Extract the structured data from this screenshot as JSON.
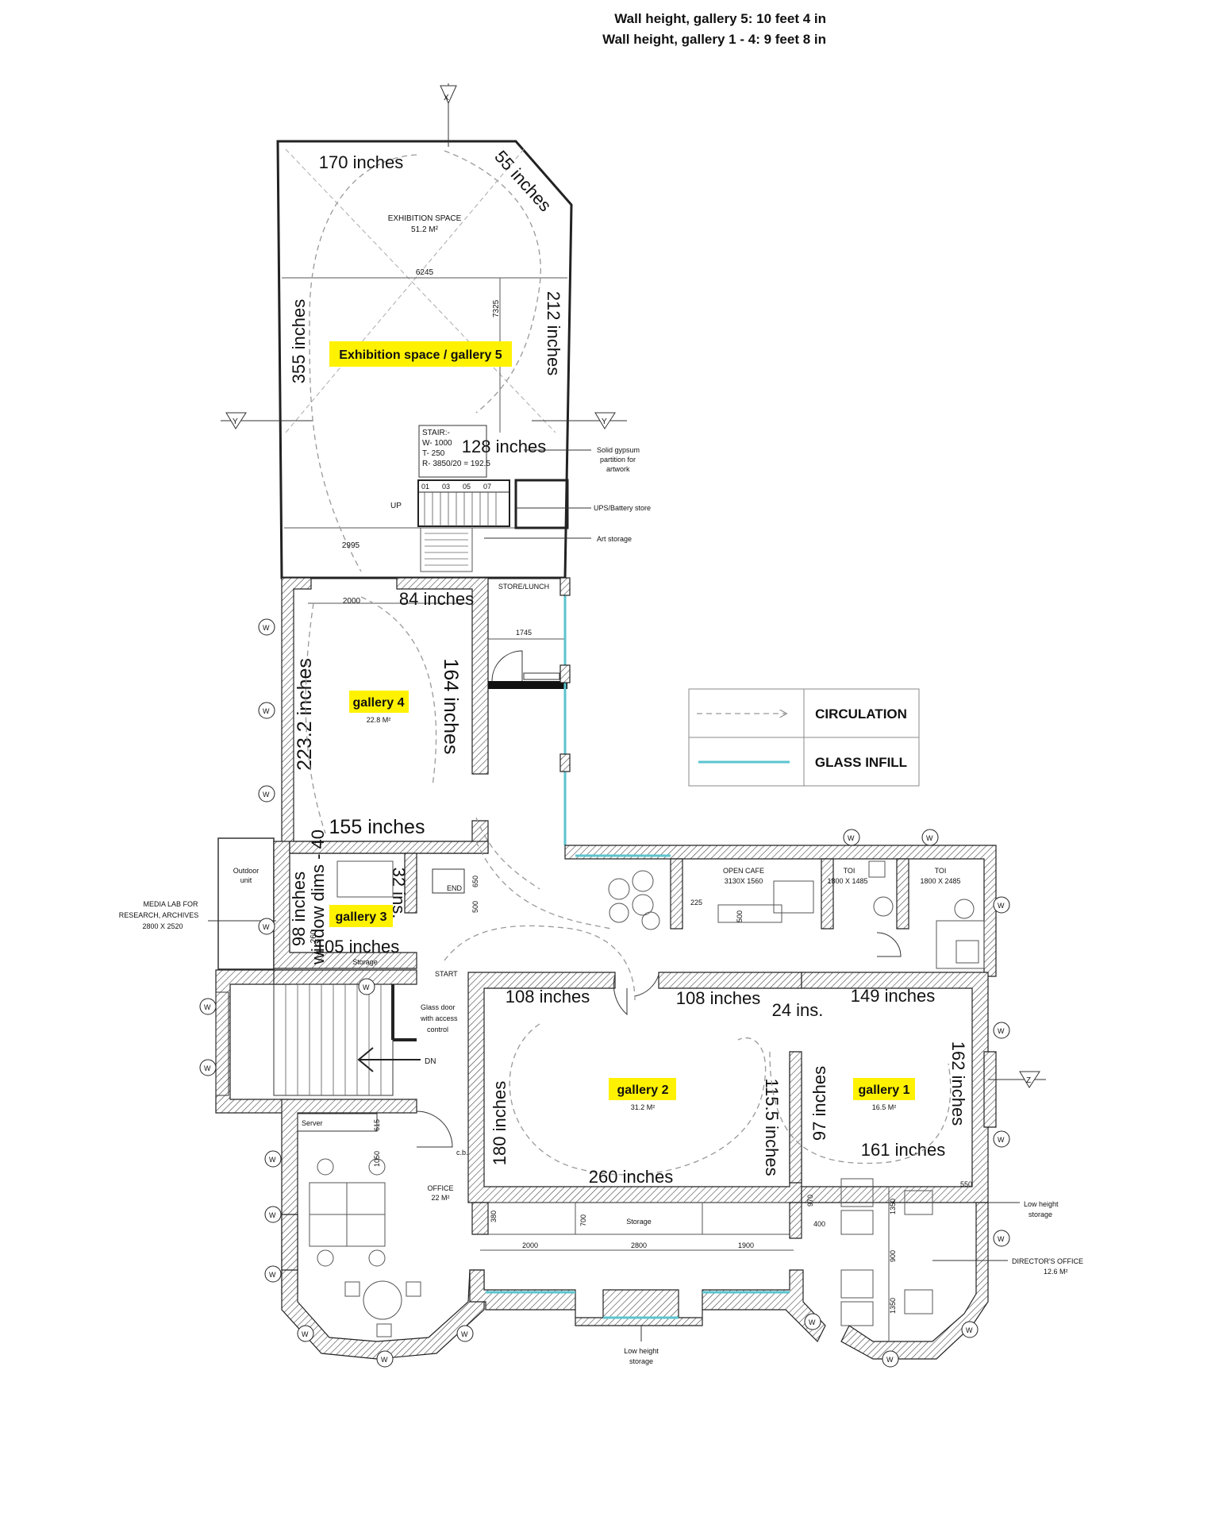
{
  "header": {
    "line1": "Wall height, gallery 5: 10 feet 4 in",
    "line2": "Wall height, gallery 1 - 4: 9 feet 8 in"
  },
  "section_marks": {
    "x": "X",
    "y": "Y",
    "z": "Z"
  },
  "window_mark": "W",
  "legend": {
    "circulation": "CIRCULATION",
    "glass_infill": "GLASS INFILL",
    "circulation_color": "#999999",
    "glass_color": "#5bc4cf"
  },
  "highlight_color": "#fff200",
  "rooms": {
    "exhibition": {
      "name": "EXHIBITION SPACE",
      "area": "51.2 M²",
      "label": "Exhibition space / gallery 5"
    },
    "gallery4": {
      "label": "gallery 4",
      "area": "22.8 M²"
    },
    "gallery3": {
      "label": "gallery 3"
    },
    "gallery2": {
      "label": "gallery 2",
      "area": "31.2 M²"
    },
    "gallery1": {
      "label": "gallery 1",
      "area": "16.5 M²"
    },
    "office": {
      "name": "OFFICE",
      "area": "22 M²"
    },
    "directors_office": {
      "name": "DIRECTOR'S OFFICE",
      "area": "12.6 M²"
    },
    "open_cafe": {
      "name": "OPEN CAFE",
      "size": "3130X 1560"
    },
    "toi1": {
      "name": "TOI",
      "size": "1800 X 1485"
    },
    "toi2": {
      "name": "TOI",
      "size": "1800 X 2485"
    },
    "store_lunch": "STORE/LUNCH",
    "outdoor_unit_1": "Outdoor",
    "outdoor_unit_2": "unit",
    "media_lab_1": "MEDIA LAB FOR",
    "media_lab_2": "RESEARCH, ARCHIVES",
    "media_lab_3": "2800 X 2520",
    "server": "Server",
    "storage_top": "Storage",
    "storage_bottom": "Storage"
  },
  "notes": {
    "stair_1": "STAIR:-",
    "stair_2": "W- 1000",
    "stair_3": "T- 250",
    "stair_4": "R- 3850/20 = 192.5",
    "partition_1": "Solid gypsum",
    "partition_2": "partition for",
    "partition_3": "artwork",
    "ups": "UPS/Battery store",
    "art_storage": "Art storage",
    "up": "UP",
    "dn": "DN",
    "start": "START",
    "end": "END",
    "glass_door_1": "Glass door",
    "glass_door_2": "with access",
    "glass_door_3": "control",
    "cb": "c.b.",
    "low_height_right_1": "Low height",
    "low_height_right_2": "storage",
    "low_height_bottom_1": "Low height",
    "low_height_bottom_2": "storage",
    "steps": [
      "01",
      "03",
      "05",
      "07"
    ]
  },
  "dimensions": {
    "g5_top": "170 inches",
    "g5_diag": "55 inches",
    "g5_left": "355 inches",
    "g5_right": "212 inches",
    "g5_stair": "128 inches",
    "g5_6245": "6245",
    "g5_7325": "7325",
    "d2995": "2995",
    "d2000_g4": "2000",
    "g4_top": "84 inches",
    "g4_right": "164 inches",
    "g4_left": "223.2 inches",
    "g4_bottom": "155 inches",
    "d1745": "1745",
    "g3_left": "98 inches",
    "g3_window": "window dims - 40",
    "g3_32": "32 ins.",
    "g3_105": "105 inches",
    "d650": "650",
    "d500a": "500",
    "d260": "260",
    "d225": "225",
    "d500b": "500",
    "g2_top_left": "108 inches",
    "g2_top_right": "108 inches",
    "g2_24": "24 ins.",
    "g2_left": "180 inches",
    "g2_right": "115.5 inches",
    "g2_bottom": "260 inches",
    "g1_top": "149 inches",
    "g1_right": "162 inches",
    "g1_left": "97 inches",
    "g1_bottom": "161 inches",
    "d615": "615",
    "d1050": "1050",
    "d380": "380",
    "d700": "700",
    "d2000_b": "2000",
    "d2800_b": "2800",
    "d1900_b": "1900",
    "d970": "970",
    "d400": "400",
    "d1350a": "1350",
    "d900": "900",
    "d1350b": "1350",
    "d550": "550"
  }
}
